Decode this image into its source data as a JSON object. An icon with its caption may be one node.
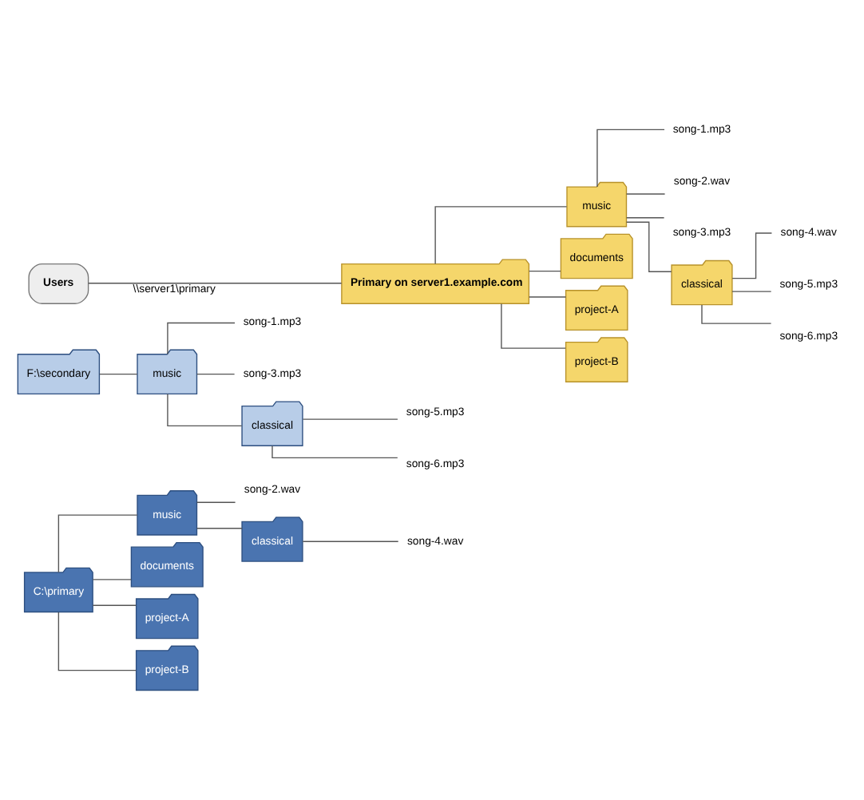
{
  "diagram": {
    "nodes": [
      {
        "text": [
          "C:\\primary"
        ]
      },
      {
        "text": [
          "music"
        ]
      },
      {
        "text": [
          "song-2.wav"
        ]
      },
      {
        "text": [
          "classical"
        ]
      },
      {
        "text": [
          "song-4.wav"
        ]
      },
      {
        "text": [
          "documents"
        ]
      },
      {
        "text": [
          "project-A"
        ]
      },
      {
        "text": [
          "project-B"
        ]
      },
      {
        "text": [
          "F:\\secondary"
        ]
      },
      {
        "text": [
          "music"
        ]
      },
      {
        "text": [
          "song-1.mp3"
        ]
      },
      {
        "text": [
          "song-3.mp3"
        ]
      },
      {
        "text": [
          "classical"
        ]
      },
      {
        "text": [
          "song-5.mp3"
        ]
      },
      {
        "text": [
          "song-6.mp3"
        ]
      },
      {
        "text": [
          "Users"
        ]
      },
      {
        "text": [
          "Primary on server1.example.com"
        ]
      },
      {
        "text": [
          "music"
        ]
      },
      {
        "text": [
          "song-1.mp3"
        ]
      },
      {
        "text": [
          "song-2.wav"
        ]
      },
      {
        "text": [
          "song-3.mp3"
        ]
      },
      {
        "text": [
          "classical"
        ]
      },
      {
        "text": [
          "song-4.wav"
        ]
      },
      {
        "text": [
          "song-5.mp3"
        ]
      },
      {
        "text": [
          "song-6.mp3"
        ]
      },
      {
        "text": [
          "documents"
        ]
      },
      {
        "text": [
          "project-A"
        ]
      },
      {
        "text": [
          "project-B"
        ]
      }
    ],
    "edges": [
      {
        "from": 0,
        "to": 1,
        "arrow": "none"
      },
      {
        "from": 1,
        "to": 2,
        "arrow": "none"
      },
      {
        "from": 1,
        "to": 3,
        "arrow": "none"
      },
      {
        "from": 3,
        "to": 4,
        "arrow": "none"
      },
      {
        "from": 0,
        "to": 5,
        "arrow": "none"
      },
      {
        "from": 0,
        "to": 6,
        "arrow": "none"
      },
      {
        "from": 0,
        "to": 7,
        "arrow": "none"
      },
      {
        "from": 8,
        "to": 9,
        "arrow": "none"
      },
      {
        "from": 9,
        "to": 10,
        "arrow": "none"
      },
      {
        "from": 9,
        "to": 11,
        "arrow": "none"
      },
      {
        "from": 9,
        "to": 12,
        "arrow": "none"
      },
      {
        "from": 12,
        "to": 13,
        "arrow": "none"
      },
      {
        "from": 12,
        "to": 14,
        "arrow": "none"
      },
      {
        "from": 15,
        "to": 16,
        "label": "\\\\server1\\primary",
        "arrow": "none"
      },
      {
        "from": 16,
        "to": 17,
        "arrow": "none"
      },
      {
        "from": 17,
        "to": 18,
        "arrow": "none"
      },
      {
        "from": 17,
        "to": 19,
        "arrow": "none"
      },
      {
        "from": 17,
        "to": 20,
        "arrow": "none"
      },
      {
        "from": 17,
        "to": 21,
        "arrow": "none"
      },
      {
        "from": 21,
        "to": 22,
        "arrow": "none"
      },
      {
        "from": 21,
        "to": 23,
        "arrow": "none"
      },
      {
        "from": 21,
        "to": 24,
        "arrow": "none"
      },
      {
        "from": 16,
        "to": 25,
        "arrow": "none"
      },
      {
        "from": 16,
        "to": 26,
        "arrow": "none"
      },
      {
        "from": 16,
        "to": 27,
        "arrow": "none"
      }
    ]
  }
}
